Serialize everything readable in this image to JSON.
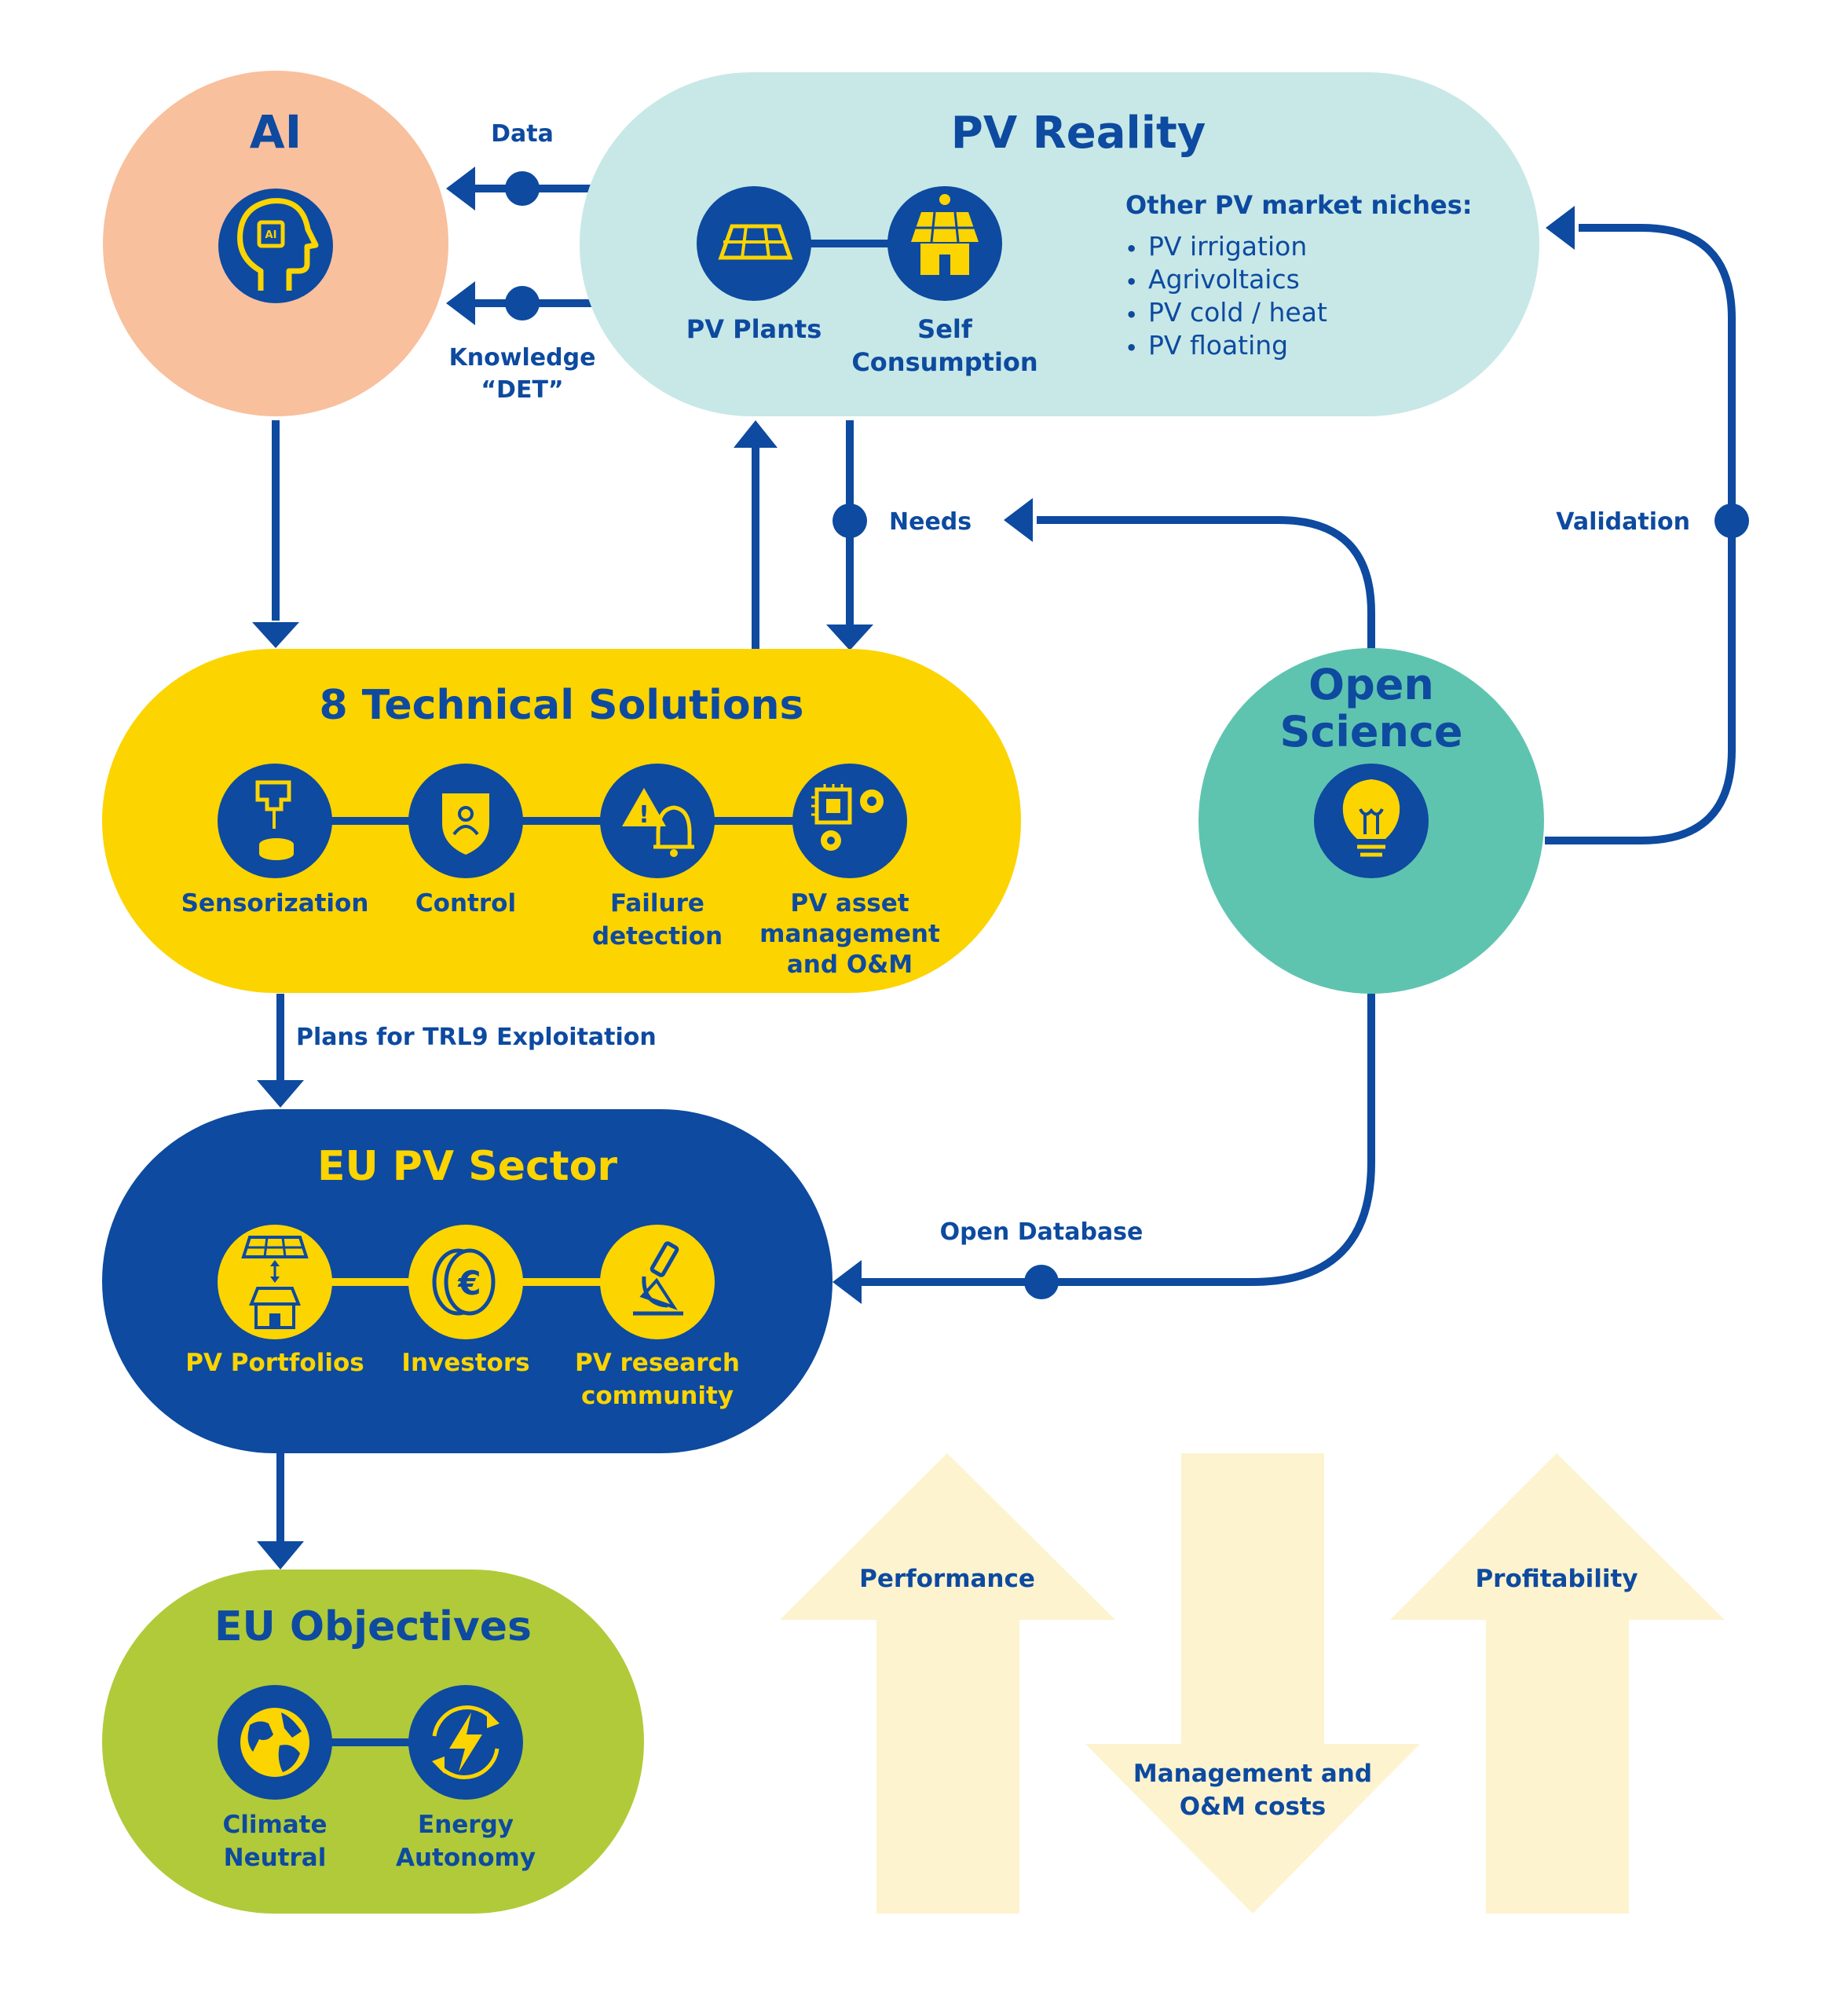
{
  "colors": {
    "navy": "#0d4aa0",
    "yellow": "#fcd400",
    "ai_peach": "#f8c09d",
    "pv_mint": "#c7e8e6",
    "teal": "#5ec4b0",
    "green": "#b0ca3a",
    "cream": "#fdf3cf",
    "white": "#ffffff"
  },
  "ai": {
    "title": "AI",
    "icon": "ai-head-icon"
  },
  "pv_reality": {
    "title": "PV Reality",
    "plants_label": "PV Plants",
    "self_label_1": "Self",
    "self_label_2": "Consumption",
    "niches_title": "Other PV market niches:",
    "niches": [
      "PV irrigation",
      "Agrivoltaics",
      "PV cold / heat",
      "PV floating"
    ]
  },
  "tech": {
    "title": "8 Technical Solutions",
    "sensorization": "Sensorization",
    "control": "Control",
    "failure_1": "Failure",
    "failure_2": "detection",
    "asset_1": "PV asset",
    "asset_2": "management",
    "asset_3": "and O&M"
  },
  "open_science": {
    "title_1": "Open",
    "title_2": "Science",
    "icon": "lightbulb-icon"
  },
  "eu_sector": {
    "title": "EU PV Sector",
    "portfolios": "PV Portfolios",
    "investors": "Investors",
    "research_1": "PV research",
    "research_2": "community"
  },
  "eu_objectives": {
    "title": "EU Objectives",
    "climate_1": "Climate",
    "climate_2": "Neutral",
    "energy_1": "Energy",
    "energy_2": "Autonomy"
  },
  "flows": {
    "data": "Data",
    "knowledge_1": "Knowledge",
    "knowledge_2": "“DET”",
    "needs": "Needs",
    "validation": "Validation",
    "plans": "Plans for TRL9 Exploitation",
    "open_database": "Open Database"
  },
  "trends": {
    "performance": "Performance",
    "costs_1": "Management and",
    "costs_2": "O&M costs",
    "profitability": "Profitability"
  }
}
